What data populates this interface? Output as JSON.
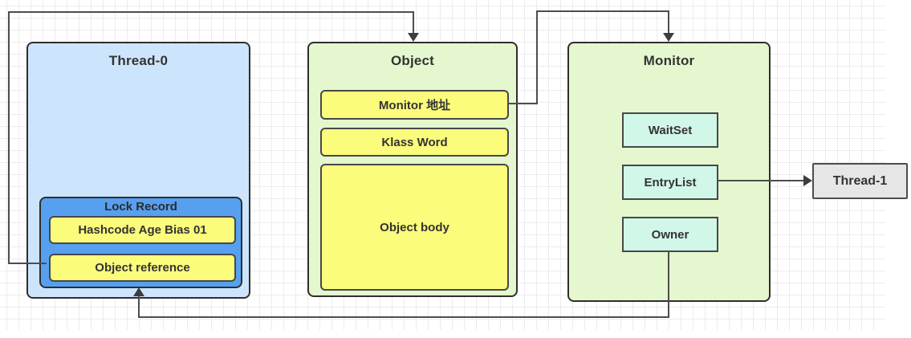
{
  "nodes": {
    "thread0": {
      "title": "Thread-0"
    },
    "lock_record": {
      "title": "Lock Record"
    },
    "hashcode_word": {
      "label": "Hashcode Age Bias 01"
    },
    "object_reference": {
      "label": "Object reference"
    },
    "object": {
      "title": "Object"
    },
    "monitor_address": {
      "label": "Monitor 地址"
    },
    "klass_word": {
      "label": "Klass Word"
    },
    "object_body": {
      "label": "Object body"
    },
    "monitor": {
      "title": "Monitor"
    },
    "waitset": {
      "label": "WaitSet"
    },
    "entrylist": {
      "label": "EntryList"
    },
    "owner": {
      "label": "Owner"
    },
    "thread1": {
      "title": "Thread-1"
    }
  },
  "edges": [
    {
      "name": "object-reference-to-object",
      "from": "Object reference",
      "to": "Object"
    },
    {
      "name": "monitor-address-to-monitor",
      "from": "Monitor 地址",
      "to": "Monitor"
    },
    {
      "name": "entrylist-to-thread1",
      "from": "EntryList",
      "to": "Thread-1"
    },
    {
      "name": "owner-to-lock-record",
      "from": "Owner",
      "to": "Lock Record"
    }
  ],
  "colors": {
    "thread0_fill": "#cde5fc",
    "lock_record_fill": "#57a0f0",
    "yellow_cell_fill": "#fbfb7c",
    "object_fill": "#e4f7ce",
    "monitor_fill": "#e4f7ce",
    "cyan_cell_fill": "#d1f7e9",
    "thread1_fill": "#e6e6e6",
    "border": "#2e2e2e",
    "connector": "#4d4d4d",
    "text": "#333333",
    "grid_line": "#ececec"
  }
}
